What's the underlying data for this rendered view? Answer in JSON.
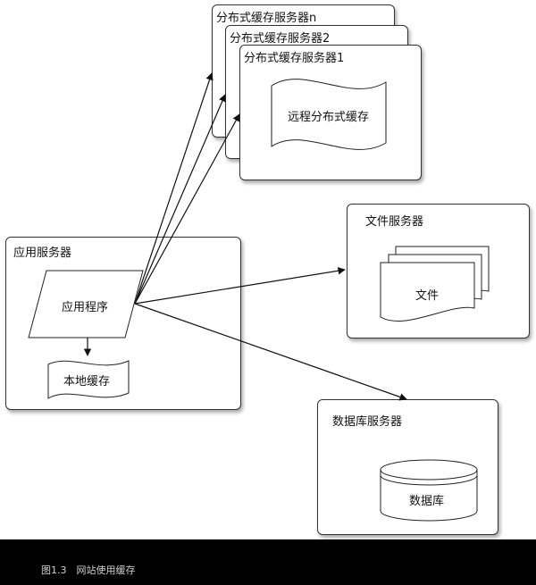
{
  "caption": "图1.3　网站使用缓存",
  "cache_servers": {
    "server_n": "分布式缓存服务器n",
    "server_2": "分布式缓存服务器2",
    "server_1": "分布式缓存服务器1",
    "remote_cache": "远程分布式缓存"
  },
  "app_server": {
    "title": "应用服务器",
    "program": "应用程序",
    "local_cache": "本地缓存"
  },
  "file_server": {
    "title": "文件服务器",
    "file": "文件"
  },
  "db_server": {
    "title": "数据库服务器",
    "db": "数据库"
  }
}
